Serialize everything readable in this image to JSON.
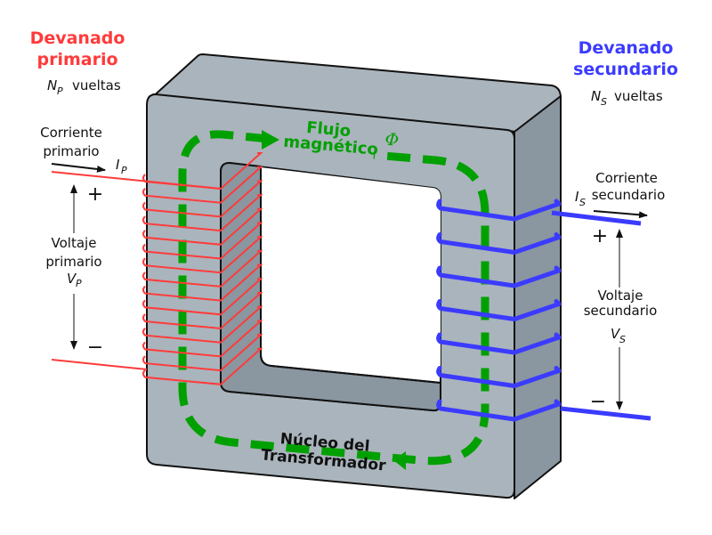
{
  "diagram": {
    "title": "Transformador",
    "primary_winding": {
      "title_line1": "Devanado",
      "title_line2": "primario",
      "turns_symbol": "N",
      "turns_subscript": "P",
      "turns_label": "vueltas",
      "current_line1": "Corriente",
      "current_line2": "primario",
      "current_symbol": "I",
      "current_subscript": "P",
      "voltage_line1": "Voltaje",
      "voltage_line2": "primario",
      "voltage_symbol": "V",
      "voltage_subscript": "P",
      "plus": "+",
      "minus": "−",
      "color": "#ff3b3b",
      "turns_count": 15
    },
    "secondary_winding": {
      "title_line1": "Devanado",
      "title_line2": "secundario",
      "turns_symbol": "N",
      "turns_subscript": "S",
      "turns_label": "vueltas",
      "current_line1": "Corriente",
      "current_line2": "secundario",
      "current_symbol": "I",
      "current_subscript": "S",
      "voltage_line1": "Voltaje",
      "voltage_line2": "secundario",
      "voltage_symbol": "V",
      "voltage_subscript": "S",
      "plus": "+",
      "minus": "−",
      "color": "#3b3bff",
      "turns_count": 7
    },
    "flux": {
      "line1": "Flujo",
      "line2": "magnético",
      "symbol": "Φ",
      "color": "#00a000"
    },
    "core": {
      "line1": "Núcleo del",
      "line2": "Transformador",
      "front_color": "#aab4bc",
      "side_color": "#8a96a0",
      "outline_color": "#111111"
    }
  }
}
